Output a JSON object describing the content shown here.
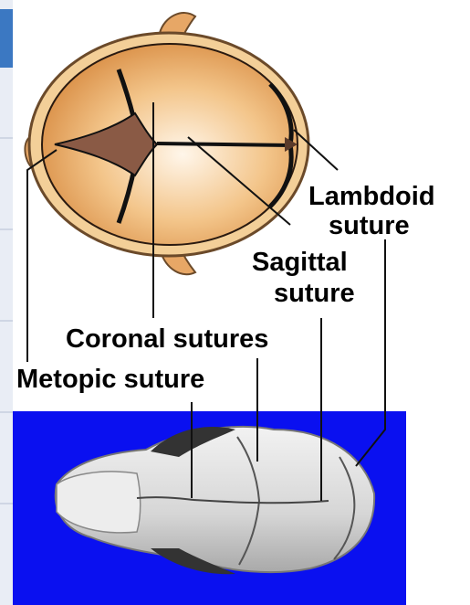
{
  "labels": {
    "lambdoid_line1": "Lambdoid",
    "lambdoid_line2": "suture",
    "sagittal_line1": "Sagittal",
    "sagittal_line2": "suture",
    "coronal": "Coronal sutures",
    "metopic": "Metopic suture"
  },
  "colors": {
    "skull_fill": "#e7a766",
    "skull_rim": "#f3cf98",
    "fontanelle": "#8a5a45",
    "photo_background": "#0a10f0",
    "bone": "#d9d9d9",
    "side_accent": "#3b78c2"
  }
}
